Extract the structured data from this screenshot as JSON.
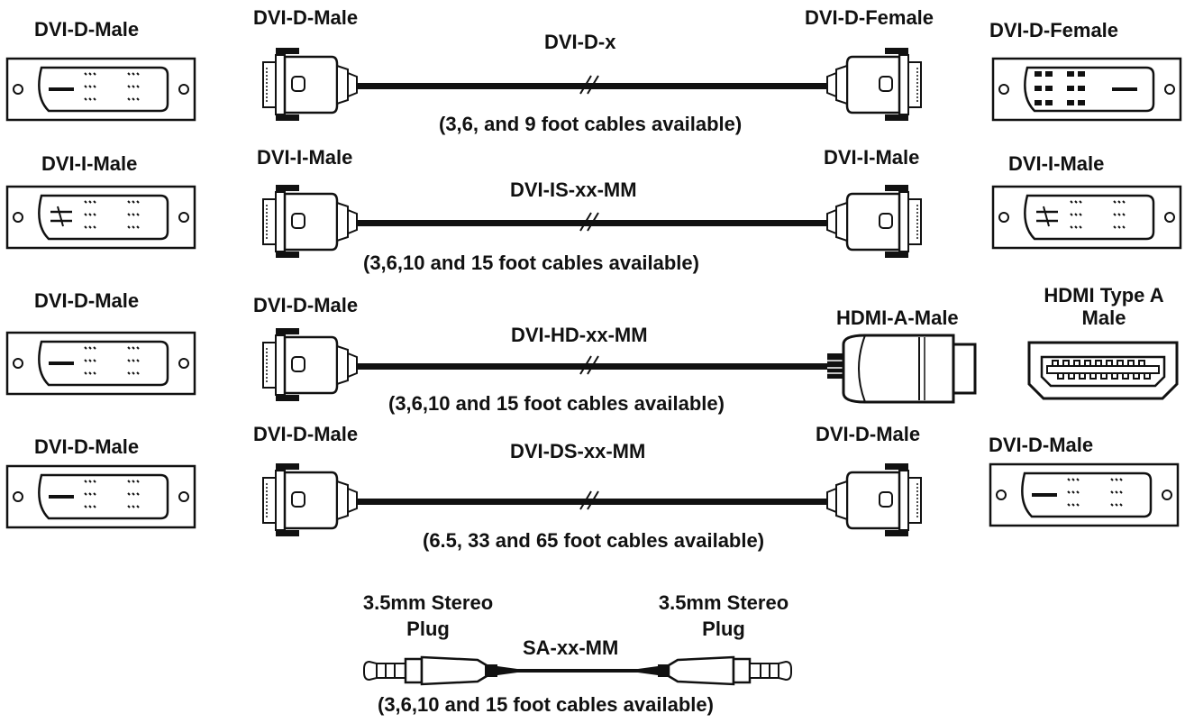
{
  "colors": {
    "ink": "#111111",
    "background": "#ffffff"
  },
  "rows": [
    {
      "left_panel_label": "DVI-D-Male",
      "left_plug_label": "DVI-D-Male",
      "part_number": "DVI-D-x",
      "right_plug_label": "DVI-D-Female",
      "right_panel_label": "DVI-D-Female",
      "lengths": "(3,6, and 9 foot cables available)"
    },
    {
      "left_panel_label": "DVI-I-Male",
      "left_plug_label": "DVI-I-Male",
      "part_number": "DVI-IS-xx-MM",
      "right_plug_label": "DVI-I-Male",
      "right_panel_label": "DVI-I-Male",
      "lengths": "(3,6,10 and 15 foot cables available)"
    },
    {
      "left_panel_label": "DVI-D-Male",
      "left_plug_label": "DVI-D-Male",
      "part_number": "DVI-HD-xx-MM",
      "right_plug_label": "HDMI-A-Male",
      "right_panel_label_line1": "HDMI Type A",
      "right_panel_label_line2": "Male",
      "lengths": "(3,6,10 and 15 foot cables available)"
    },
    {
      "left_panel_label": "DVI-D-Male",
      "left_plug_label": "DVI-D-Male",
      "part_number": "DVI-DS-xx-MM",
      "right_plug_label": "DVI-D-Male",
      "right_panel_label": "DVI-D-Male",
      "lengths": "(6.5, 33 and 65 foot cables available)"
    }
  ],
  "audio": {
    "left_plug_line1": "3.5mm Stereo",
    "left_plug_line2": "Plug",
    "right_plug_line1": "3.5mm Stereo",
    "right_plug_line2": "Plug",
    "part_number": "SA-xx-MM",
    "lengths": "(3,6,10 and 15 foot cables available)"
  }
}
